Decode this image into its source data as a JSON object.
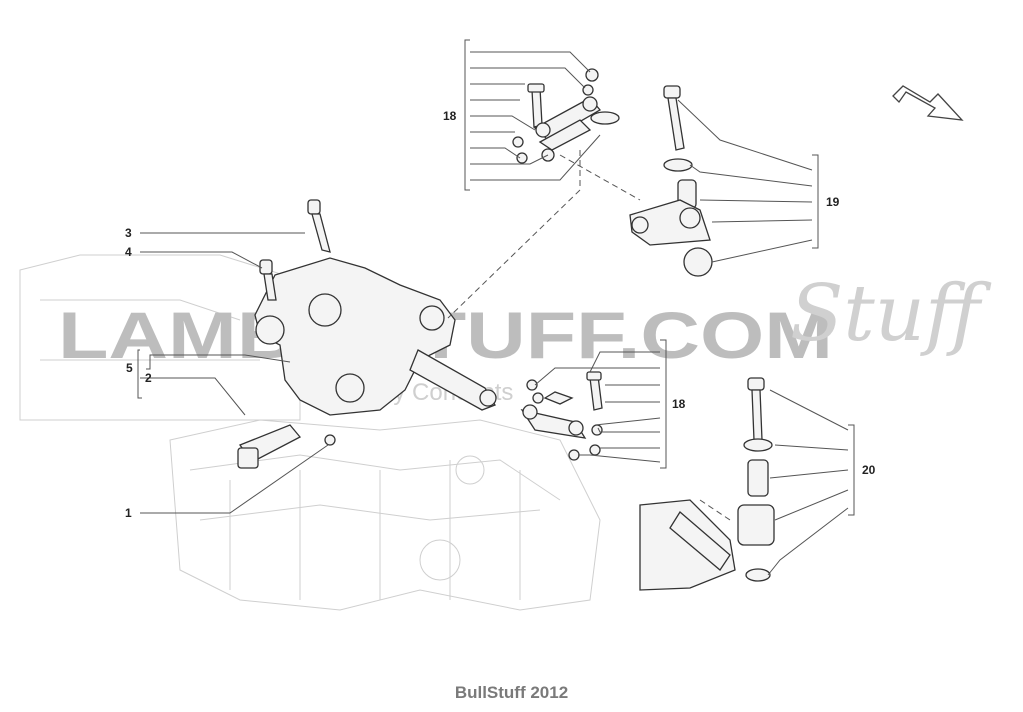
{
  "watermark": {
    "brand": "LAMBOSTUFF.COM",
    "script": "Stuff",
    "tagline": "Cars By Concepts"
  },
  "callouts": {
    "c1": "1",
    "c2": "2",
    "c3": "3",
    "c4": "4",
    "c5": "5",
    "c18a": "18",
    "c18b": "18",
    "c19": "19",
    "c20": "20"
  },
  "footer": {
    "text": "BullStuff 2012"
  }
}
